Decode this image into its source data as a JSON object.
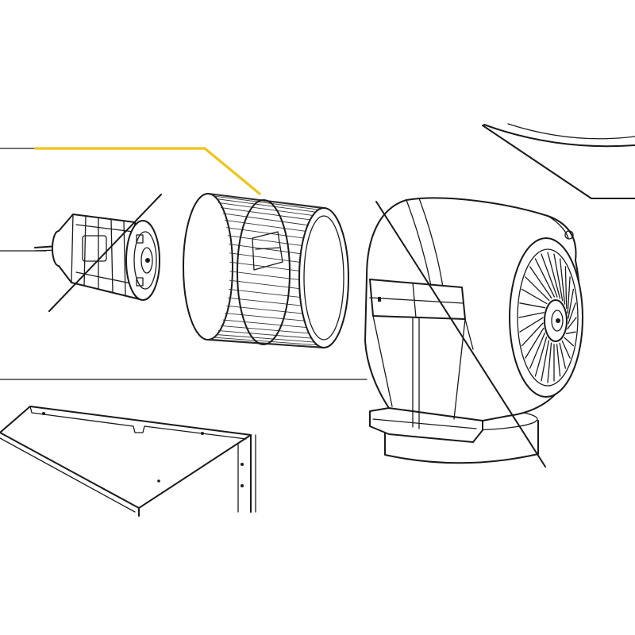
{
  "diagram": {
    "type": "exploded-parts-drawing",
    "components": [
      {
        "name": "motor",
        "crossed_out": true
      },
      {
        "name": "fan-wheel",
        "crossed_out": false,
        "highlighted": true
      },
      {
        "name": "blower-housing",
        "crossed_out": true
      },
      {
        "name": "hood-canopy",
        "crossed_out": false
      },
      {
        "name": "filter-box",
        "crossed_out": false
      }
    ],
    "colors": {
      "line": "#1a1a1a",
      "highlight": "#f0c419",
      "background": "#ffffff"
    }
  }
}
